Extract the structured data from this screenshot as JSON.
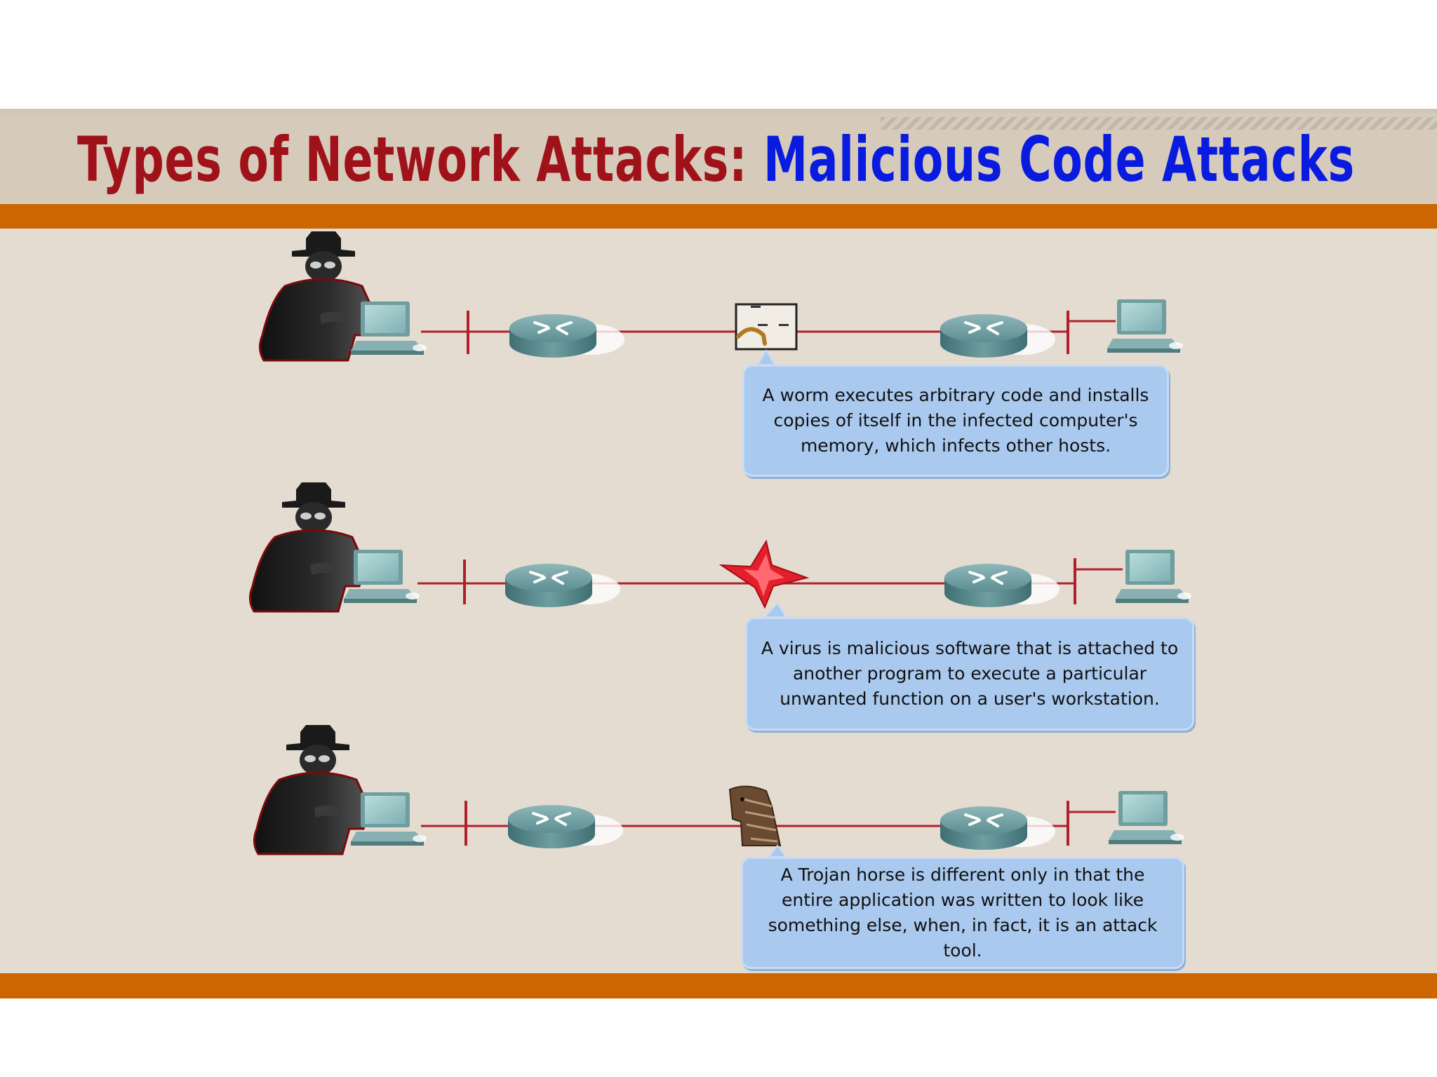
{
  "title": {
    "part1": "Types of Network Attacks: ",
    "part2": "Malicious Code Attacks"
  },
  "colors": {
    "title_part1": "#a0121a",
    "title_part2": "#0a1be0",
    "accent_band": "#cc6600",
    "background": "#e5dcd1",
    "callout": "#aac9ee",
    "link": "#b0202a"
  },
  "rows": [
    {
      "threat_icon": "worm-icon",
      "description": "A worm executes arbitrary code and installs copies of itself in the infected computer's memory, which infects other hosts."
    },
    {
      "threat_icon": "virus-icon",
      "description": "A virus is malicious software that is attached to another program to execute a particular unwanted function on a user's workstation."
    },
    {
      "threat_icon": "trojan-horse-icon",
      "description": "A Trojan horse is different only in that the entire application was written to look like something else, when, in fact, it is an attack tool."
    }
  ]
}
